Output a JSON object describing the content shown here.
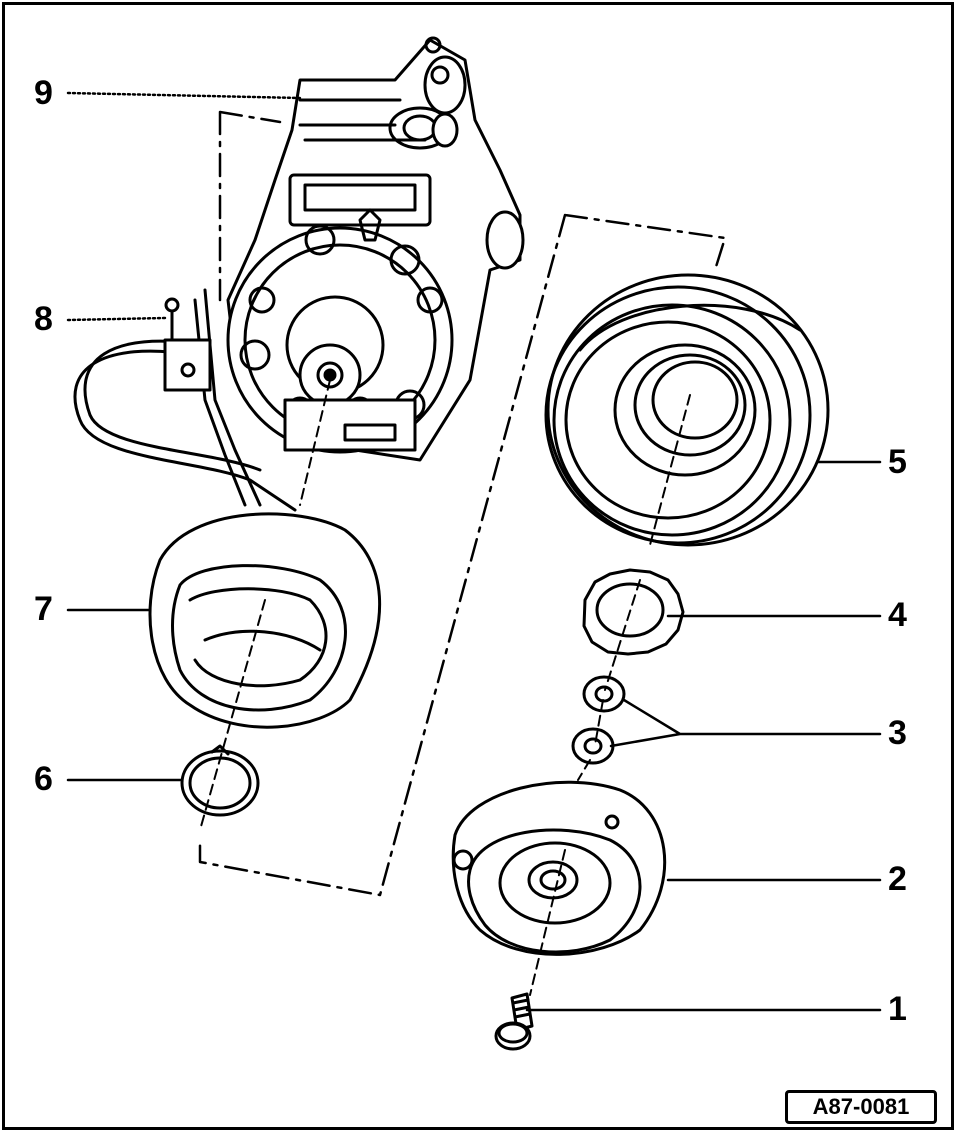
{
  "figure": {
    "reference_code": "A87-0081"
  },
  "callouts": [
    {
      "id": "1",
      "label": "1"
    },
    {
      "id": "2",
      "label": "2"
    },
    {
      "id": "3",
      "label": "3"
    },
    {
      "id": "4",
      "label": "4"
    },
    {
      "id": "5",
      "label": "5"
    },
    {
      "id": "6",
      "label": "6"
    },
    {
      "id": "7",
      "label": "7"
    },
    {
      "id": "8",
      "label": "8"
    },
    {
      "id": "9",
      "label": "9"
    }
  ],
  "colors": {
    "ink": "#000000",
    "paper": "#ffffff"
  }
}
